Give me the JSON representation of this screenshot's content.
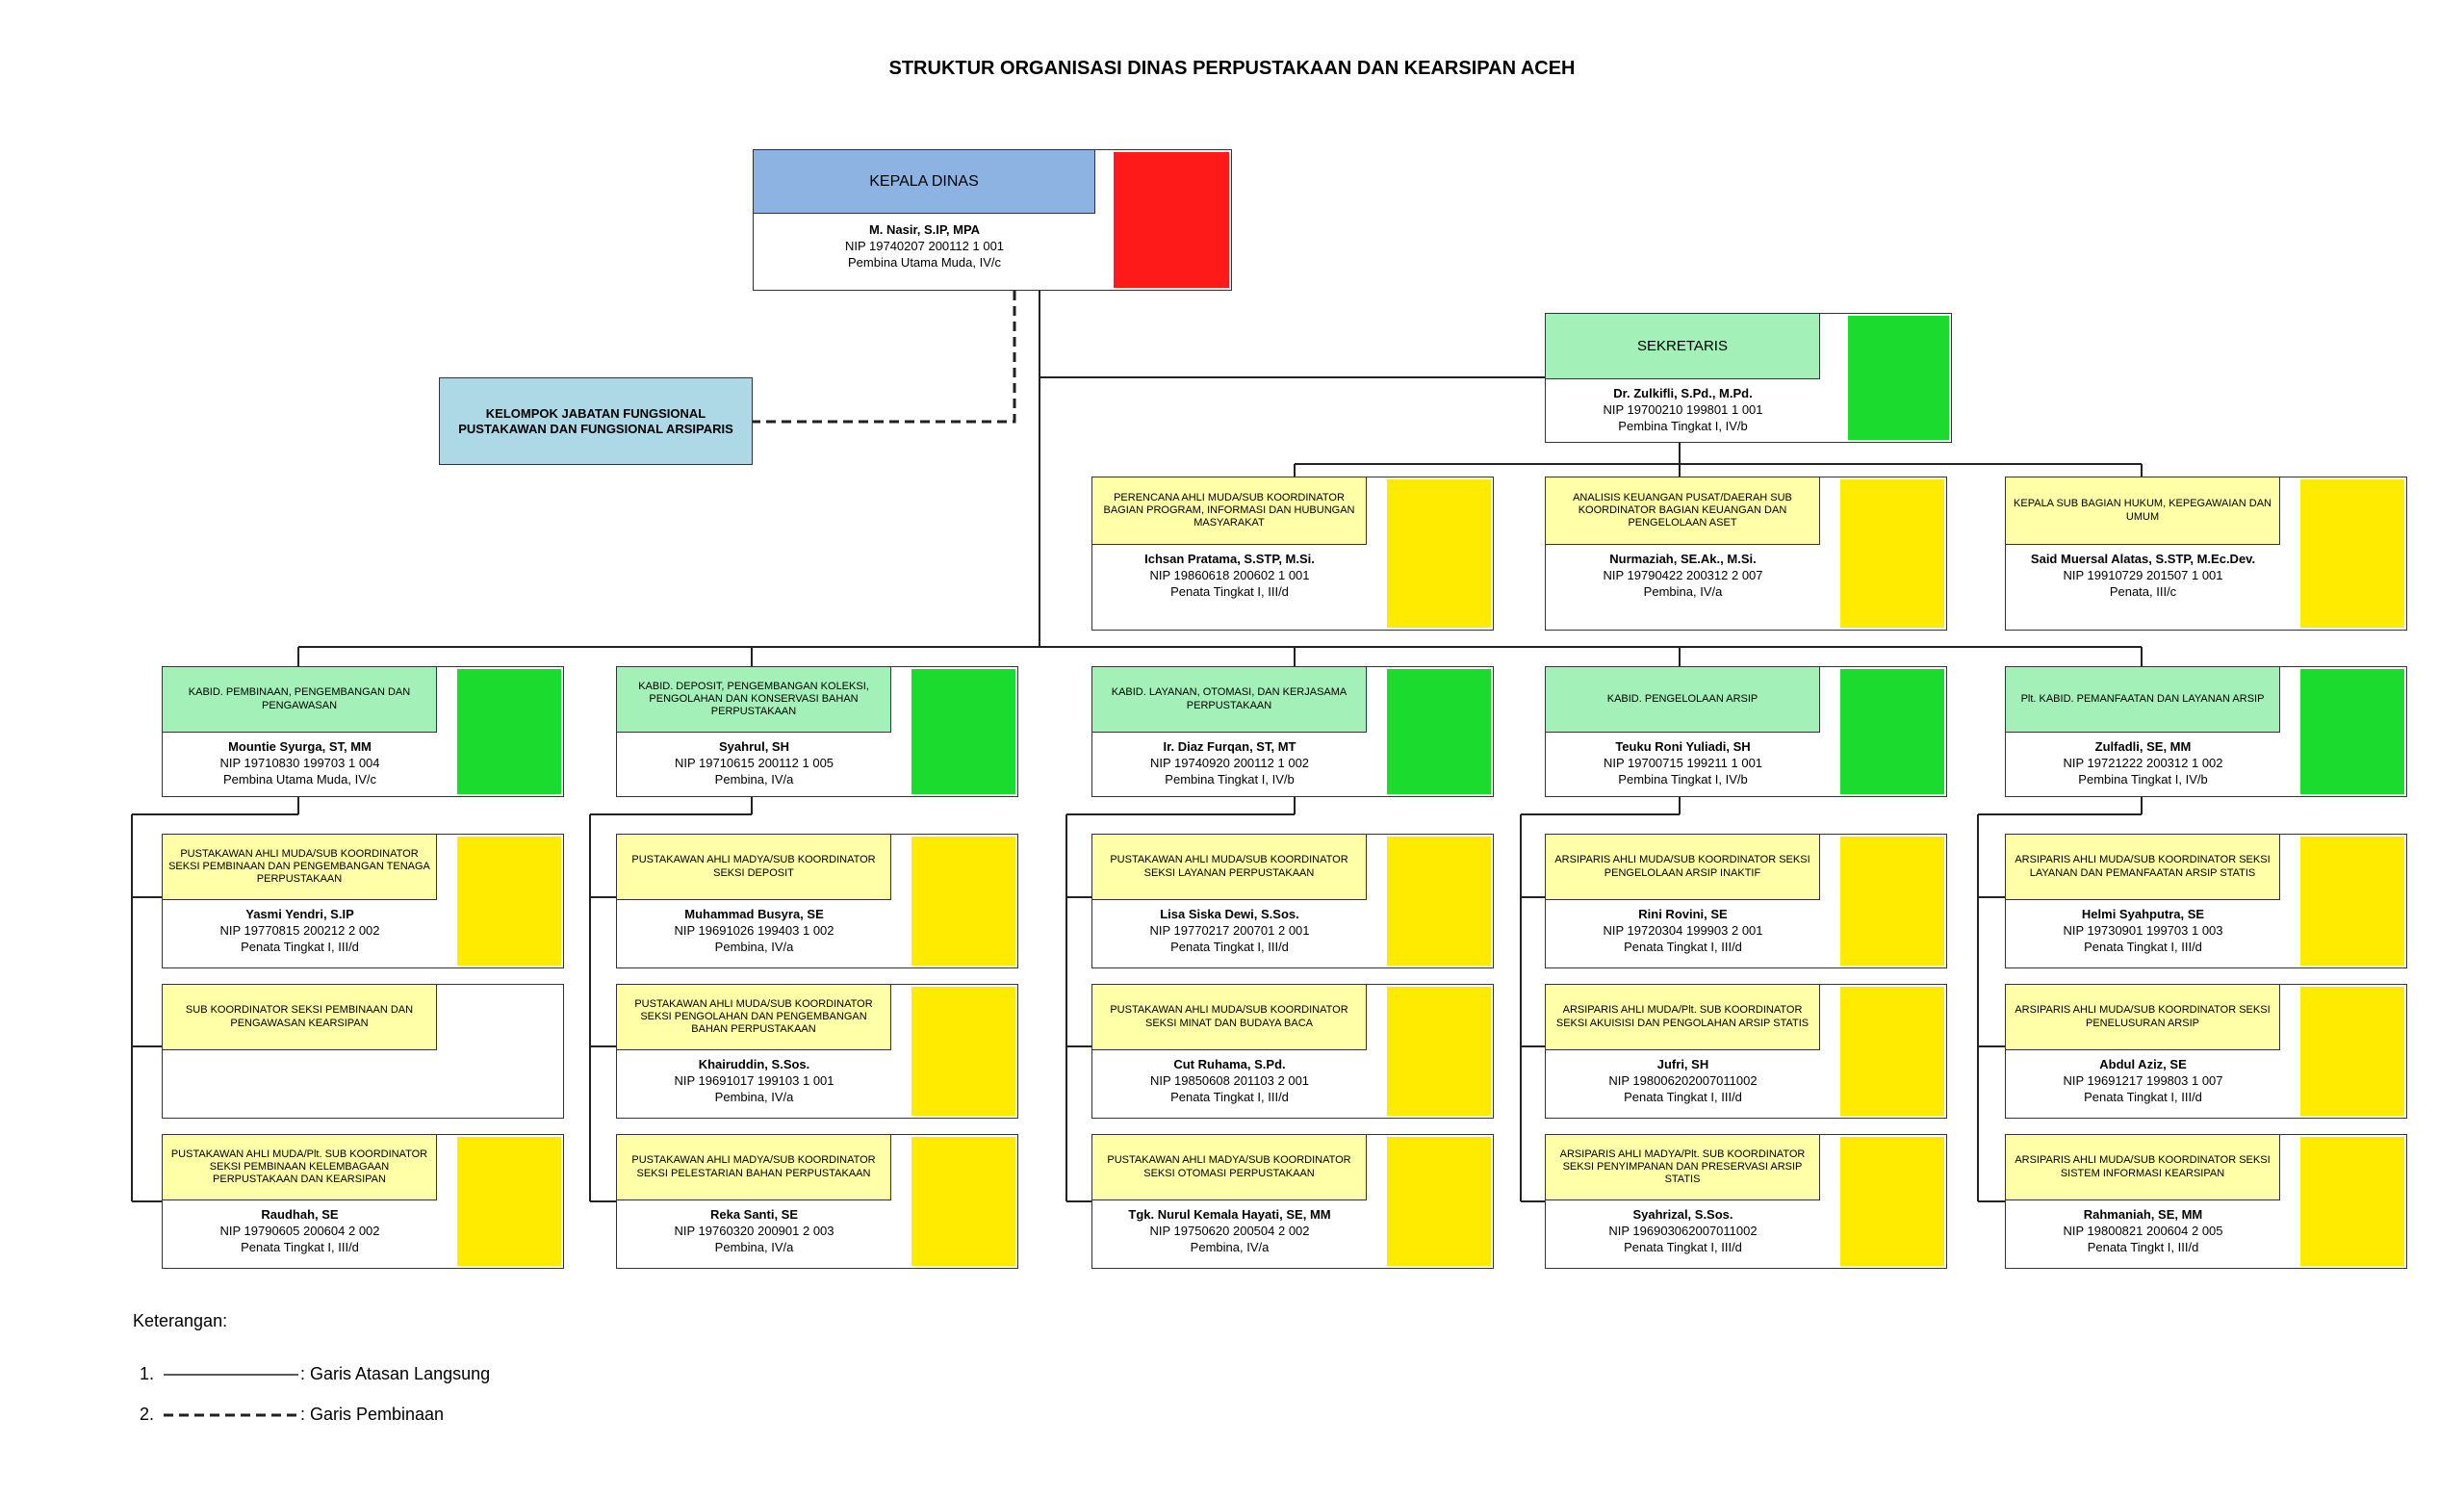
{
  "title": "STRUKTUR ORGANISASI DINAS PERPUSTAKAAN DAN KEARSIPAN ACEH",
  "colors": {
    "head_header": "#8db3e2",
    "sekretaris_header": "#a3f0b8",
    "bidang_header": "#a3f0b8",
    "staff_header": "#ffffa8",
    "fungsional": "#add8e6",
    "photo_red": "#ff1a1a",
    "photo_green": "#1bdc2e",
    "photo_yellow": "#ffeb00"
  },
  "kepala": {
    "position": "KEPALA DINAS",
    "name": "M. Nasir, S.IP, MPA",
    "nip": "NIP 19740207 200112 1 001",
    "rank": "Pembina Utama Muda, IV/c"
  },
  "fungsional": {
    "line1": "KELOMPOK JABATAN FUNGSIONAL",
    "line2": "PUSTAKAWAN DAN FUNGSIONAL ARSIPARIS"
  },
  "sekretaris": {
    "position": "SEKRETARIS",
    "name": "Dr. Zulkifli, S.Pd., M.Pd.",
    "nip": "NIP 19700210 199801 1 001",
    "rank": "Pembina Tingkat I, IV/b"
  },
  "subbagian": [
    {
      "position": "PERENCANA AHLI MUDA/SUB KOORDINATOR BAGIAN PROGRAM, INFORMASI DAN HUBUNGAN MASYARAKAT",
      "name": "Ichsan Pratama, S.STP, M.Si.",
      "nip": "NIP 19860618 200602 1 001",
      "rank": "Penata Tingkat I, III/d"
    },
    {
      "position": "ANALISIS KEUANGAN PUSAT/DAERAH SUB KOORDINATOR BAGIAN KEUANGAN DAN PENGELOLAAN ASET",
      "name": "Nurmaziah, SE.Ak., M.Si.",
      "nip": "NIP 19790422 200312 2 007",
      "rank": "Pembina, IV/a"
    },
    {
      "position": "KEPALA SUB BAGIAN HUKUM, KEPEGAWAIAN DAN UMUM",
      "name": "Said Muersal Alatas, S.STP, M.Ec.Dev.",
      "nip": "NIP 19910729 201507 1 001",
      "rank": "Penata, III/c"
    }
  ],
  "bidang": [
    {
      "head": {
        "position": "KABID. PEMBINAAN, PENGEMBANGAN DAN PENGAWASAN",
        "name": "Mountie Syurga, ST, MM",
        "nip": "NIP 19710830 199703 1 004",
        "rank": "Pembina Utama Muda, IV/c"
      },
      "staff": [
        {
          "position": "PUSTAKAWAN AHLI MUDA/SUB KOORDINATOR SEKSI PEMBINAAN DAN PENGEMBANGAN TENAGA PERPUSTAKAAN",
          "name": "Yasmi Yendri, S.IP",
          "nip": "NIP 19770815 200212 2 002",
          "rank": "Penata Tingkat I, III/d"
        },
        {
          "position": "SUB KOORDINATOR SEKSI PEMBINAAN DAN PENGAWASAN KEARSIPAN",
          "name": "",
          "nip": "",
          "rank": ""
        },
        {
          "position": "PUSTAKAWAN AHLI MUDA/Plt. SUB KOORDINATOR SEKSI PEMBINAAN KELEMBAGAAN PERPUSTAKAAN DAN KEARSIPAN",
          "name": "Raudhah, SE",
          "nip": "NIP 19790605 200604 2 002",
          "rank": "Penata Tingkat I, III/d"
        }
      ]
    },
    {
      "head": {
        "position": "KABID. DEPOSIT, PENGEMBANGAN KOLEKSI, PENGOLAHAN DAN KONSERVASI BAHAN PERPUSTAKAAN",
        "name": "Syahrul, SH",
        "nip": "NIP 19710615 200112 1 005",
        "rank": "Pembina, IV/a"
      },
      "staff": [
        {
          "position": "PUSTAKAWAN AHLI MADYA/SUB KOORDINATOR SEKSI DEPOSIT",
          "name": "Muhammad Busyra, SE",
          "nip": "NIP 19691026 199403 1 002",
          "rank": "Pembina, IV/a"
        },
        {
          "position": "PUSTAKAWAN AHLI MUDA/SUB KOORDINATOR SEKSI PENGOLAHAN DAN PENGEMBANGAN BAHAN PERPUSTAKAAN",
          "name": "Khairuddin, S.Sos.",
          "nip": "NIP 19691017 199103 1 001",
          "rank": "Pembina, IV/a"
        },
        {
          "position": "PUSTAKAWAN AHLI MADYA/SUB KOORDINATOR SEKSI PELESTARIAN BAHAN PERPUSTAKAAN",
          "name": "Reka Santi, SE",
          "nip": "NIP 19760320 200901 2 003",
          "rank": "Pembina, IV/a"
        }
      ]
    },
    {
      "head": {
        "position": "KABID. LAYANAN, OTOMASI, DAN KERJASAMA PERPUSTAKAAN",
        "name": "Ir. Diaz Furqan, ST, MT",
        "nip": "NIP 19740920 200112 1 002",
        "rank": "Pembina Tingkat I, IV/b"
      },
      "staff": [
        {
          "position": "PUSTAKAWAN AHLI MUDA/SUB KOORDINATOR SEKSI LAYANAN PERPUSTAKAAN",
          "name": "Lisa Siska Dewi, S.Sos.",
          "nip": "NIP 19770217 200701 2 001",
          "rank": "Penata Tingkat I, III/d"
        },
        {
          "position": "PUSTAKAWAN AHLI MUDA/SUB KOORDINATOR SEKSI MINAT DAN BUDAYA BACA",
          "name": "Cut Ruhama, S.Pd.",
          "nip": "NIP 19850608 201103 2 001",
          "rank": "Penata Tingkat I, III/d"
        },
        {
          "position": "PUSTAKAWAN AHLI MADYA/SUB KOORDINATOR SEKSI OTOMASI PERPUSTAKAAN",
          "name": "Tgk. Nurul Kemala Hayati, SE, MM",
          "nip": "NIP 19750620 200504 2 002",
          "rank": "Pembina, IV/a"
        }
      ]
    },
    {
      "head": {
        "position": "KABID. PENGELOLAAN ARSIP",
        "name": "Teuku Roni Yuliadi, SH",
        "nip": "NIP 19700715 199211 1 001",
        "rank": "Pembina Tingkat I, IV/b"
      },
      "staff": [
        {
          "position": "ARSIPARIS AHLI MUDA/SUB KOORDINATOR SEKSI PENGELOLAAN ARSIP INAKTIF",
          "name": "Rini Rovini, SE",
          "nip": "NIP 19720304 199903 2 001",
          "rank": "Penata Tingkat I, III/d"
        },
        {
          "position": "ARSIPARIS AHLI MUDA/Plt. SUB KOORDINATOR SEKSI AKUISISI DAN PENGOLAHAN ARSIP STATIS",
          "name": "Jufri, SH",
          "nip": "NIP 198006202007011002",
          "rank": "Penata Tingkat I, III/d"
        },
        {
          "position": "ARSIPARIS AHLI MADYA/Plt. SUB KOORDINATOR SEKSI PENYIMPANAN DAN PRESERVASI ARSIP STATIS",
          "name": "Syahrizal, S.Sos.",
          "nip": "NIP 196903062007011002",
          "rank": "Penata Tingkat I, III/d"
        }
      ]
    },
    {
      "head": {
        "position": "Plt. KABID. PEMANFAATAN DAN LAYANAN ARSIP",
        "name": "Zulfadli, SE, MM",
        "nip": "NIP 19721222 200312 1 002",
        "rank": "Pembina Tingkat I, IV/b"
      },
      "staff": [
        {
          "position": "ARSIPARIS AHLI MUDA/SUB KOORDINATOR SEKSI LAYANAN DAN PEMANFAATAN ARSIP STATIS",
          "name": "Helmi Syahputra, SE",
          "nip": "NIP 19730901 199703 1 003",
          "rank": "Penata Tingkat I, III/d"
        },
        {
          "position": "ARSIPARIS AHLI MUDA/SUB KOORDINATOR SEKSI PENELUSURAN ARSIP",
          "name": "Abdul Aziz, SE",
          "nip": "NIP 19691217 199803 1 007",
          "rank": "Penata Tingkat I, III/d"
        },
        {
          "position": "ARSIPARIS AHLI MUDA/SUB KOORDINATOR SEKSI SISTEM INFORMASI KEARSIPAN",
          "name": "Rahmaniah, SE, MM",
          "nip": "NIP 19800821 200604 2 005",
          "rank": "Penata Tingkt I, III/d"
        }
      ]
    }
  ],
  "legend": {
    "title": "Keterangan:",
    "item1_num": "1.",
    "item1_text": ": Garis Atasan Langsung",
    "item2_num": "2.",
    "item2_text": ": Garis Pembinaan"
  }
}
